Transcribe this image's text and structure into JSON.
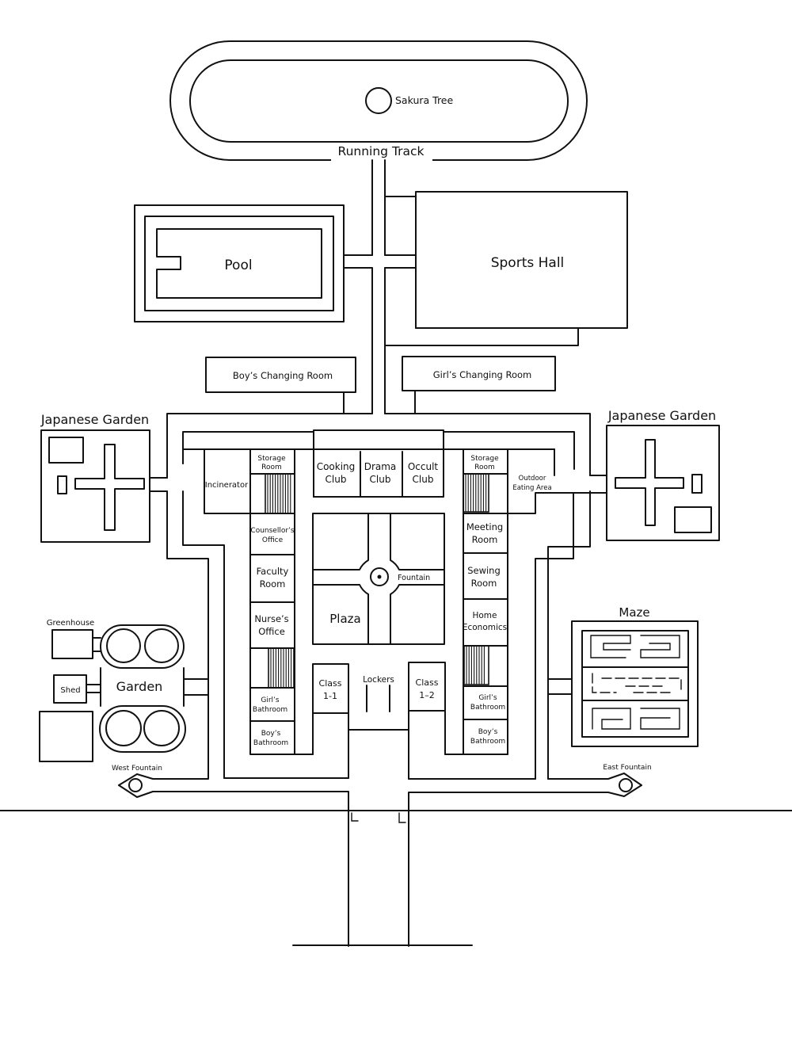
{
  "labels": {
    "sakura_tree": "Sakura Tree",
    "running_track": "Running Track",
    "pool": "Pool",
    "sports_hall": "Sports Hall",
    "boys_changing_room": "Boy’s Changing Room",
    "girls_changing_room": "Girl’s Changing Room",
    "japanese_garden_west": "Japanese Garden",
    "japanese_garden_east": "Japanese Garden",
    "incinerator": "Incinerator",
    "storage_room_west": [
      "Storage",
      "Room"
    ],
    "storage_room_east": [
      "Storage",
      "Room"
    ],
    "cooking_club": [
      "Cooking",
      "Club"
    ],
    "drama_club": [
      "Drama",
      "Club"
    ],
    "occult_club": [
      "Occult",
      "Club"
    ],
    "outdoor_eating_area": [
      "Outdoor",
      "Eating Area"
    ],
    "counsellors_office": [
      "Counsellor’s",
      "Office"
    ],
    "faculty_room": [
      "Faculty",
      "Room"
    ],
    "nurses_office": [
      "Nurse’s",
      "Office"
    ],
    "meeting_room": [
      "Meeting",
      "Room"
    ],
    "sewing_room": [
      "Sewing",
      "Room"
    ],
    "home_economics": [
      "Home",
      "Economics"
    ],
    "plaza": "Plaza",
    "fountain": "Fountain",
    "lockers": "Lockers",
    "class_1_1": [
      "Class",
      "1-1"
    ],
    "class_1_2": [
      "Class",
      "1–2"
    ],
    "girls_bathroom_west": [
      "Girl’s",
      "Bathroom"
    ],
    "boys_bathroom_west": [
      "Boy’s",
      "Bathroom"
    ],
    "girls_bathroom_east": [
      "Girl’s",
      "Bathroom"
    ],
    "boys_bathroom_east": [
      "Boy’s",
      "Bathroom"
    ],
    "greenhouse": "Greenhouse",
    "shed": "Shed",
    "garden": "Garden",
    "maze": "Maze",
    "west_fountain": "West Fountain",
    "east_fountain": "East Fountain"
  }
}
